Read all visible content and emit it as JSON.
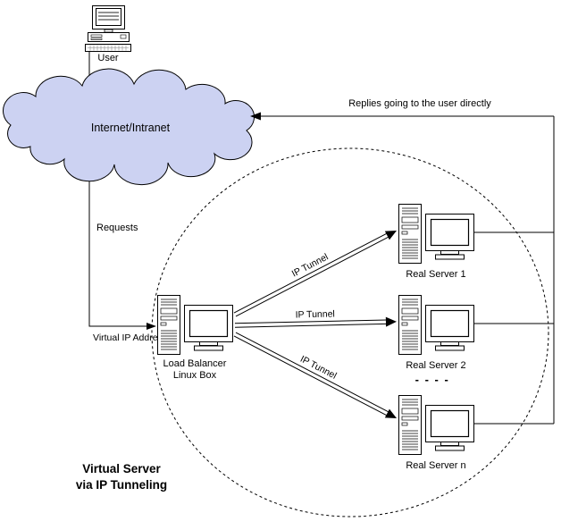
{
  "diagram": {
    "user_label": "User",
    "cloud_label": "Internet/Intranet",
    "replies_label": "Replies going to the user directly",
    "requests_label": "Requests",
    "virtual_ip_label": "Virtual IP Address",
    "load_balancer": {
      "line1": "Load Balancer",
      "line2": "Linux Box"
    },
    "ip_tunnel_label": "IP Tunnel",
    "servers": [
      "Real Server 1",
      "Real Server 2",
      "Real Server n"
    ],
    "ellipsis": "- - - -",
    "title": {
      "line1": "Virtual Server",
      "line2": "via IP Tunneling"
    }
  },
  "colors": {
    "cloud_fill": "#ccd2f2",
    "line": "#000000",
    "background": "#ffffff"
  }
}
